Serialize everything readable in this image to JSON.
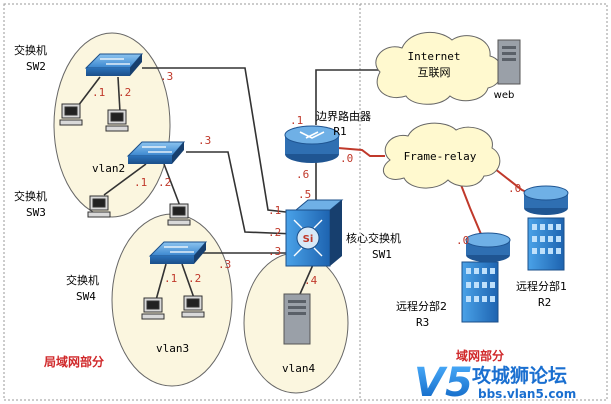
{
  "sections": {
    "lan": "局域网部分",
    "wan": "域网部分"
  },
  "switches": {
    "sw2": {
      "name": "交换机",
      "id": "SW2"
    },
    "sw3": {
      "name": "交换机",
      "id": "SW3"
    },
    "sw4": {
      "name": "交换机",
      "id": "SW4"
    },
    "core": {
      "name": "核心交换机",
      "id": "SW1"
    }
  },
  "router": {
    "name": "边界路由器",
    "id": "R1"
  },
  "clouds": {
    "internet_en": "Internet",
    "internet_cn": "互联网",
    "frame_relay": "Frame-relay"
  },
  "server_label": "web",
  "vlans": {
    "v2": "vlan2",
    "v3": "vlan3",
    "v4": "vlan4"
  },
  "branches": {
    "r2": {
      "name": "远程分部1",
      "id": "R2"
    },
    "r3": {
      "name": "远程分部2",
      "id": "R3"
    }
  },
  "ports": {
    "sw2_pc1": ".1",
    "sw2_pc2": ".2",
    "sw2_up": ".3",
    "sw3_pc1": ".1",
    "sw3_pc2": ".2",
    "sw3_up": ".3",
    "sw4_pc1": ".1",
    "sw4_pc2": ".2",
    "sw4_up": ".3",
    "core_1": ".1",
    "core_2": ".2",
    "core_3": ".3",
    "core_4": ".4",
    "core_5": ".5",
    "r1_in": ".1",
    "r1_down": ".6",
    "r1_fr": ".0",
    "r2_fr": ".0",
    "r3_fr": ".0"
  },
  "watermark": {
    "logo_mark": "V5",
    "title": "攻城狮论坛",
    "url": "bbs.vlan5.com"
  },
  "colors": {
    "link_red": "#c0392b",
    "title_red": "#d0282a",
    "router_blue": "#3a78b8",
    "switch_blue": "#2c6fb5",
    "ellipse_fill": "#fbf6df",
    "cloud_fill": "#fff9cf"
  }
}
